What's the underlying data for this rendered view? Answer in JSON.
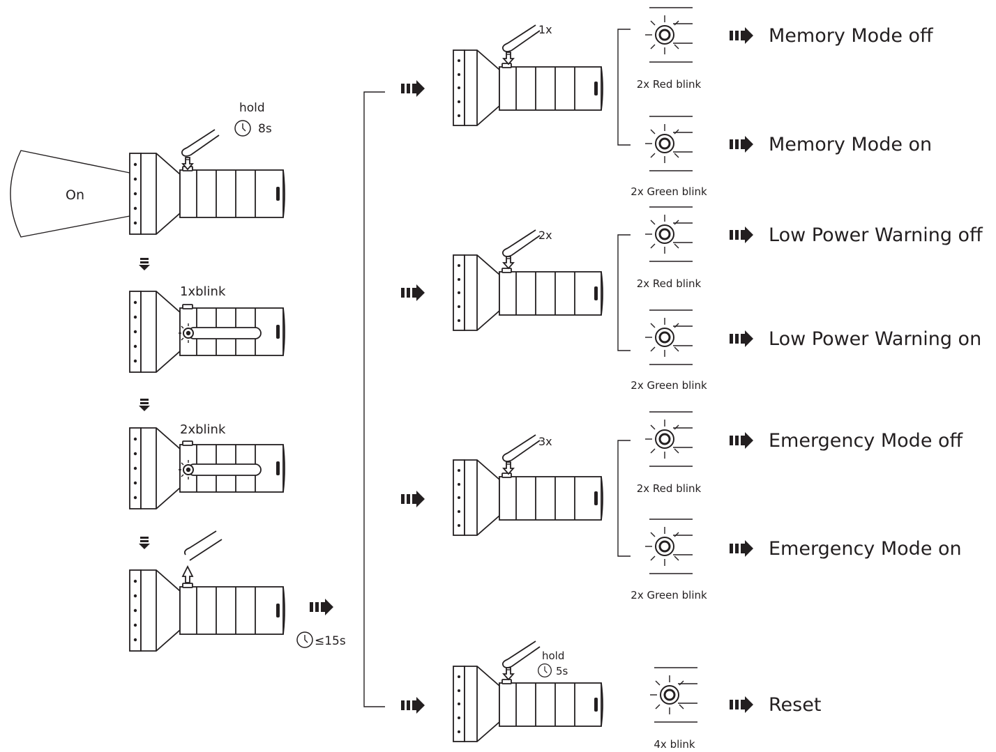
{
  "colors": {
    "ink": "#231f20",
    "background": "#ffffff"
  },
  "left": {
    "beam_label": "On",
    "hold_label": "hold",
    "hold_time": "8s",
    "blink1_label": "1xblink",
    "blink2_label": "2xblink",
    "release_time": "≤15s"
  },
  "rows": [
    {
      "presses": "1x",
      "off_caption": "2x Red blink",
      "on_caption": "2x Green blink",
      "off_result": "Memory Mode off",
      "on_result": "Memory Mode on"
    },
    {
      "presses": "2x",
      "off_caption": "2x Red blink",
      "on_caption": "2x Green blink",
      "off_result": "Low Power Warning off",
      "on_result": "Low Power Warning on"
    },
    {
      "presses": "3x",
      "off_caption": "2x Red blink",
      "on_caption": "2x Green blink",
      "off_result": "Emergency Mode off",
      "on_result": "Emergency Mode on"
    }
  ],
  "reset": {
    "hold_label": "hold",
    "hold_time": "5s",
    "caption": "4x blink",
    "result": "Reset"
  },
  "icons": [
    "flashlight-icon",
    "finger-press-icon",
    "clock-icon",
    "led-indicator-icon",
    "step-down-arrow-icon",
    "proceed-arrow-icon"
  ]
}
